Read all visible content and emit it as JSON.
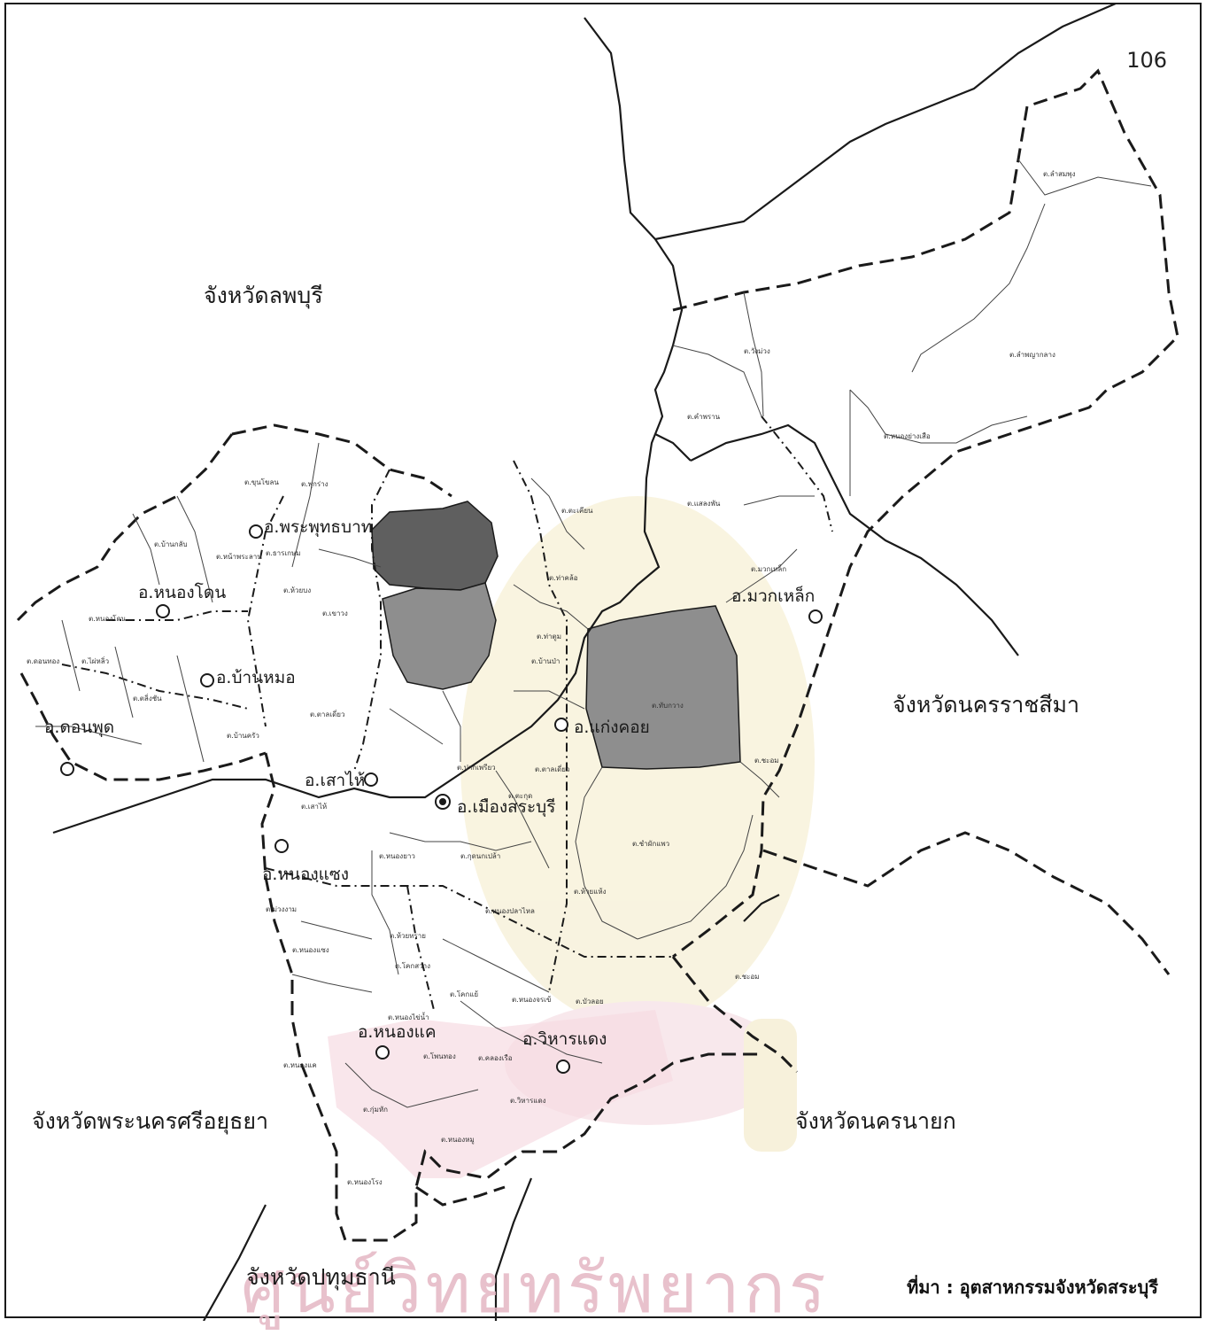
{
  "page_number": "106",
  "source_note": "ที่มา : อุตสาหกรรมจังหวัดสระบุรี",
  "watermark_text": "ศูนย์วิทยทรัพยากร",
  "provinces": [
    {
      "label": "จังหวัดลพบุรี"
    },
    {
      "label": "จังหวัดนครราชสีมา"
    },
    {
      "label": "จังหวัดพระนครศรีอยุธยา"
    },
    {
      "label": "จังหวัดนครนายก"
    },
    {
      "label": "จังหวัดปทุมธานี"
    }
  ],
  "districts": [
    {
      "label": "อ.พระพุทธบาท"
    },
    {
      "label": "อ.หนองโดน"
    },
    {
      "label": "อ.บ้านหมอ"
    },
    {
      "label": "อ.ดอนพุด"
    },
    {
      "label": "อ.เสาไห้"
    },
    {
      "label": "อ.เมืองสระบุรี"
    },
    {
      "label": "อ.แก่งคอย"
    },
    {
      "label": "อ.มวกเหล็ก"
    },
    {
      "label": "อ.หนองแซง"
    },
    {
      "label": "อ.หนองแค"
    },
    {
      "label": "อ.วิหารแดง"
    }
  ],
  "subdistricts": [
    {
      "label": "ต.ลำสมพุง"
    },
    {
      "label": "ต.วังม่วง"
    },
    {
      "label": "ต.ลำพญากลาง"
    },
    {
      "label": "ต.คำพราน"
    },
    {
      "label": "ต.หนองย่างเสือ"
    },
    {
      "label": "ต.แสลงพัน"
    },
    {
      "label": "ต.มวกเหล็ก"
    },
    {
      "label": "ต.ทับกวาง"
    },
    {
      "label": "ต.ชะอม"
    },
    {
      "label": "ต.ชำผักแพว"
    },
    {
      "label": "ต.ห้วยแห้ง"
    },
    {
      "label": "ต.ตาลเดี่ยว"
    },
    {
      "label": "ต.ท่าคล้อ"
    },
    {
      "label": "ต.ท่าตูม"
    },
    {
      "label": "ต.บ้านป่า"
    },
    {
      "label": "ต.ตะเคียน"
    },
    {
      "label": "ต.ชะอม"
    },
    {
      "label": "ต.หนองปลาไหล"
    },
    {
      "label": "ต.โคกแย้"
    },
    {
      "label": "ต.หนองจรเข้"
    },
    {
      "label": "ต.บัวลอย"
    },
    {
      "label": "ต.หนองไข่น้ำ"
    },
    {
      "label": "ต.โพนทอง"
    },
    {
      "label": "ต.กุ่มหัก"
    },
    {
      "label": "ต.วิหารแดง"
    },
    {
      "label": "ต.คลองเรือ"
    },
    {
      "label": "ต.หนองหมู"
    },
    {
      "label": "ต.หนองโรง"
    },
    {
      "label": "ต.ขุนโขลน"
    },
    {
      "label": "ต.พุกร่าง"
    },
    {
      "label": "ต.หน้าพระลาน"
    },
    {
      "label": "ต.ธารเกษม"
    },
    {
      "label": "ต.ห้วยบง"
    },
    {
      "label": "ต.เขาวง"
    },
    {
      "label": "ต.หนองโดน"
    },
    {
      "label": "ต.บ้านกลับ"
    },
    {
      "label": "ต.ดอนทอง"
    },
    {
      "label": "ต.ไผ่หลิ่ว"
    },
    {
      "label": "ต.ตลิ่งชัน"
    },
    {
      "label": "ต.บ้านครัว"
    },
    {
      "label": "ต.ตาลเดี่ยว"
    },
    {
      "label": "ต.ปากเพรียว"
    },
    {
      "label": "ต.ตะกุด"
    },
    {
      "label": "ต.กุดนกเปล้า"
    },
    {
      "label": "ต.หนองยาว"
    },
    {
      "label": "ต.เสาไห้"
    },
    {
      "label": "ต.ม่วงงาม"
    },
    {
      "label": "ต.หนองแซง"
    },
    {
      "label": "ต.โคกสว่าง"
    },
    {
      "label": "ต.ห้วยทราย"
    },
    {
      "label": "ต.หนองแค"
    }
  ],
  "colors": {
    "ink": "#1a1a1a",
    "shade_dark": "#5f5f5f",
    "shade_mid": "#8e8e8e",
    "watermark_pink": "#e4b7c4",
    "watermark_yellow": "#f1e4b6"
  }
}
